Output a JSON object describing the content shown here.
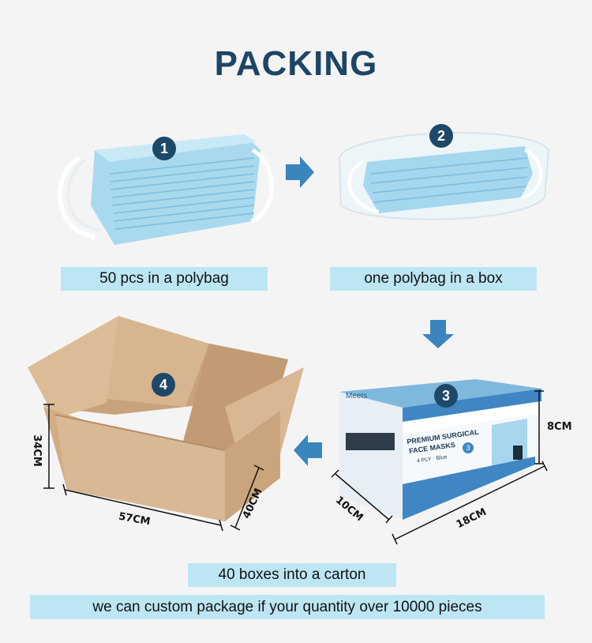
{
  "title": "PACKING",
  "steps": [
    {
      "number": "1",
      "caption": "50 pcs in a polybag"
    },
    {
      "number": "2",
      "caption": "one polybag in a box"
    },
    {
      "number": "3",
      "caption": ""
    },
    {
      "number": "4",
      "caption": "40 boxes into a carton"
    }
  ],
  "box": {
    "brand": "Meets",
    "product_line1": "PREMIUM SURGICAL",
    "product_line2": "FACE MASKS",
    "ply": "4 PLY · Blue",
    "level": "3",
    "height": "8CM",
    "width": "18CM",
    "depth": "10CM"
  },
  "carton": {
    "height": "34CM",
    "width": "57CM",
    "depth": "40CM"
  },
  "footer": "we can custom package if your quantity over 10000 pieces",
  "colors": {
    "accent": "#1d4868",
    "arrow": "#3a85bd",
    "label_bg": "#bde6f4",
    "mask": "#9fd4ec"
  }
}
